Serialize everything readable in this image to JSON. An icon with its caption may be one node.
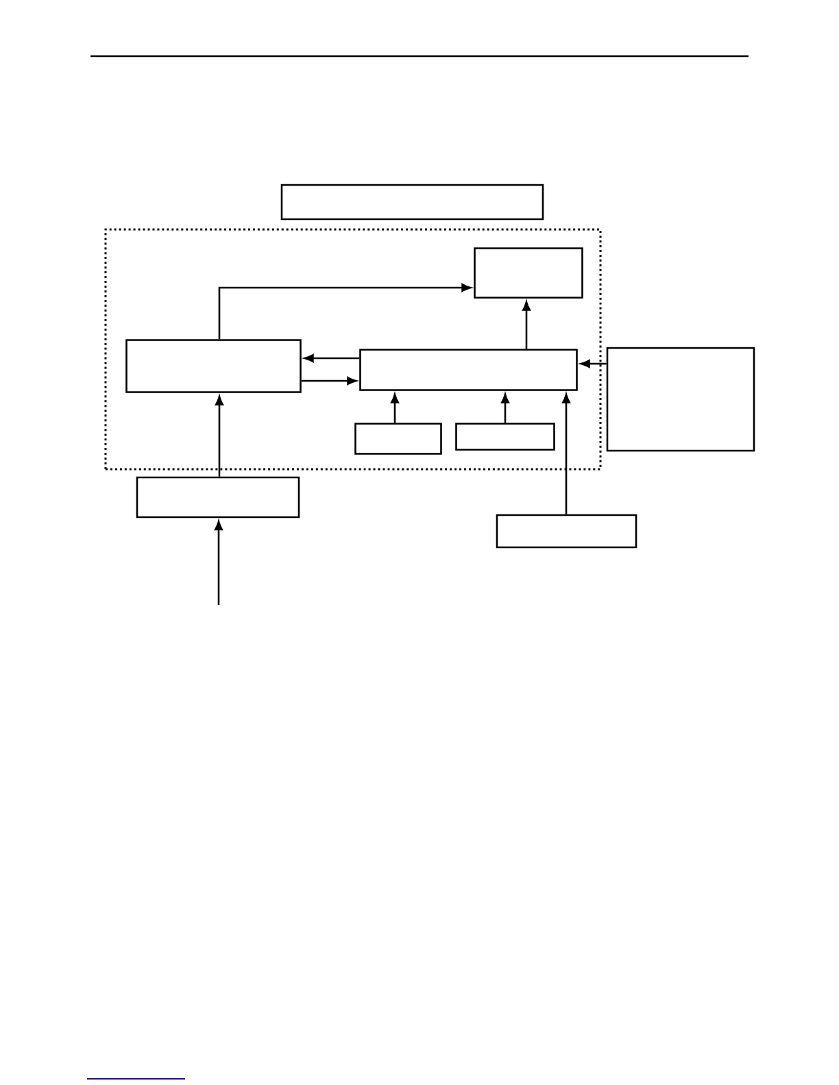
{
  "diagram": {
    "nodes": [
      {
        "text": [],
        "shape": "box"
      },
      {
        "text": [],
        "shape": "box"
      },
      {
        "text": [],
        "shape": "box",
        "in": 1
      },
      {
        "text": [],
        "shape": "box",
        "in": 1
      },
      {
        "text": [],
        "shape": "box",
        "in": 1
      },
      {
        "text": [],
        "shape": "box",
        "in": 1
      },
      {
        "text": [],
        "shape": "box",
        "in": 1
      },
      {
        "text": [],
        "shape": "box"
      },
      {
        "text": [],
        "shape": "box"
      },
      {
        "text": [],
        "shape": "box"
      }
    ],
    "edges": [
      {
        "from": 3,
        "to": 2,
        "arrow": "to"
      },
      {
        "from": 4,
        "to": 2,
        "arrow": "to"
      },
      {
        "from": 4,
        "to": 3,
        "arrow": "to"
      },
      {
        "from": 3,
        "to": 4,
        "arrow": "to"
      },
      {
        "from": 5,
        "to": 4,
        "arrow": "to"
      },
      {
        "from": 6,
        "to": 4,
        "arrow": "to"
      },
      {
        "from": 9,
        "to": 4,
        "arrow": "to"
      },
      {
        "from": 7,
        "to": 4,
        "arrow": "to"
      },
      {
        "from": 8,
        "to": 3,
        "arrow": "to"
      },
      {
        "from": null,
        "to": 8,
        "arrow": "to"
      }
    ]
  }
}
